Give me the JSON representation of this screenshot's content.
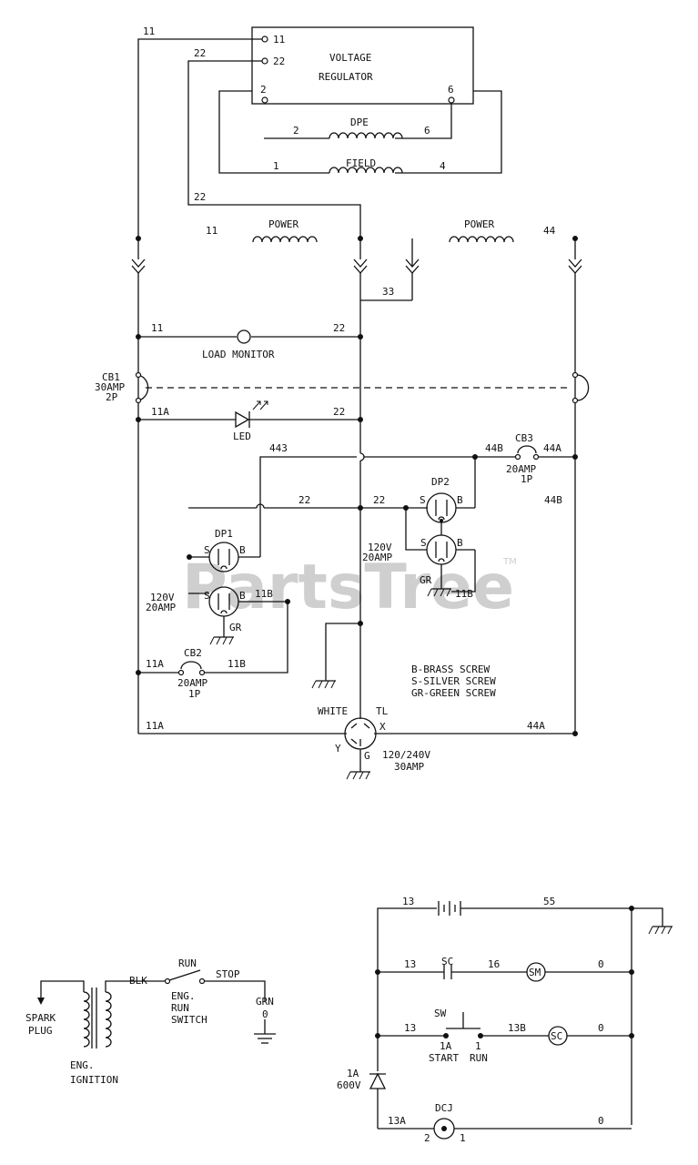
{
  "watermark": {
    "text": "PartsTree",
    "tm": "TM"
  },
  "regulator": {
    "title1": "VOLTAGE",
    "title2": "REGULATOR",
    "t11": "11",
    "t22": "22",
    "t2": "2",
    "t6": "6"
  },
  "coils": {
    "dpe": "DPE",
    "dpe_l": "2",
    "dpe_r": "6",
    "field": "FIELD",
    "field_l": "1",
    "field_r": "4",
    "power": "POWER"
  },
  "wires": {
    "w11": "11",
    "w22": "22",
    "w33": "33",
    "w44": "44",
    "w443": "443",
    "w11a": "11A",
    "w11b": "11B",
    "w44a": "44A",
    "w44b": "44B"
  },
  "labels": {
    "load_monitor": "LOAD MONITOR",
    "cb1": "CB1",
    "cb1_rating": "30AMP",
    "cb1_poles": "2P",
    "led": "LED",
    "cb2": "CB2",
    "cb3": "CB3",
    "rating_20": "20AMP",
    "one_pole": "1P",
    "dp1": "DP1",
    "dp2": "DP2",
    "v120": "120V",
    "amp20": "20AMP",
    "s": "S",
    "b": "B",
    "gr": "GR",
    "white": "WHITE",
    "tl": "TL",
    "x": "X",
    "y": "Y",
    "g": "G",
    "rec_rating1": "120/240V",
    "rec_rating2": "30AMP"
  },
  "legend": [
    "B-BRASS SCREW",
    "S-SILVER SCREW",
    "GR-GREEN SCREW"
  ],
  "ignition": {
    "spark1": "SPARK",
    "spark2": "PLUG",
    "eng1": "ENG.",
    "eng2": "IGNITION",
    "blk": "BLK",
    "run": "RUN",
    "stop": "STOP",
    "sw1": "ENG.",
    "sw2": "RUN",
    "sw3": "SWITCH",
    "grn": "GRN",
    "zero": "0"
  },
  "starter": {
    "w13": "13",
    "w55": "55",
    "w16": "16",
    "w13b": "13B",
    "w13a": "13A",
    "zero": "0",
    "sc": "SC",
    "sm": "SM",
    "sw": "SW",
    "t1a": "1A",
    "t1": "1",
    "start": "START",
    "run": "RUN",
    "d1": "1A",
    "d2": "600V",
    "dcj": "DCJ",
    "dcj2": "2",
    "dcj1": "1"
  }
}
